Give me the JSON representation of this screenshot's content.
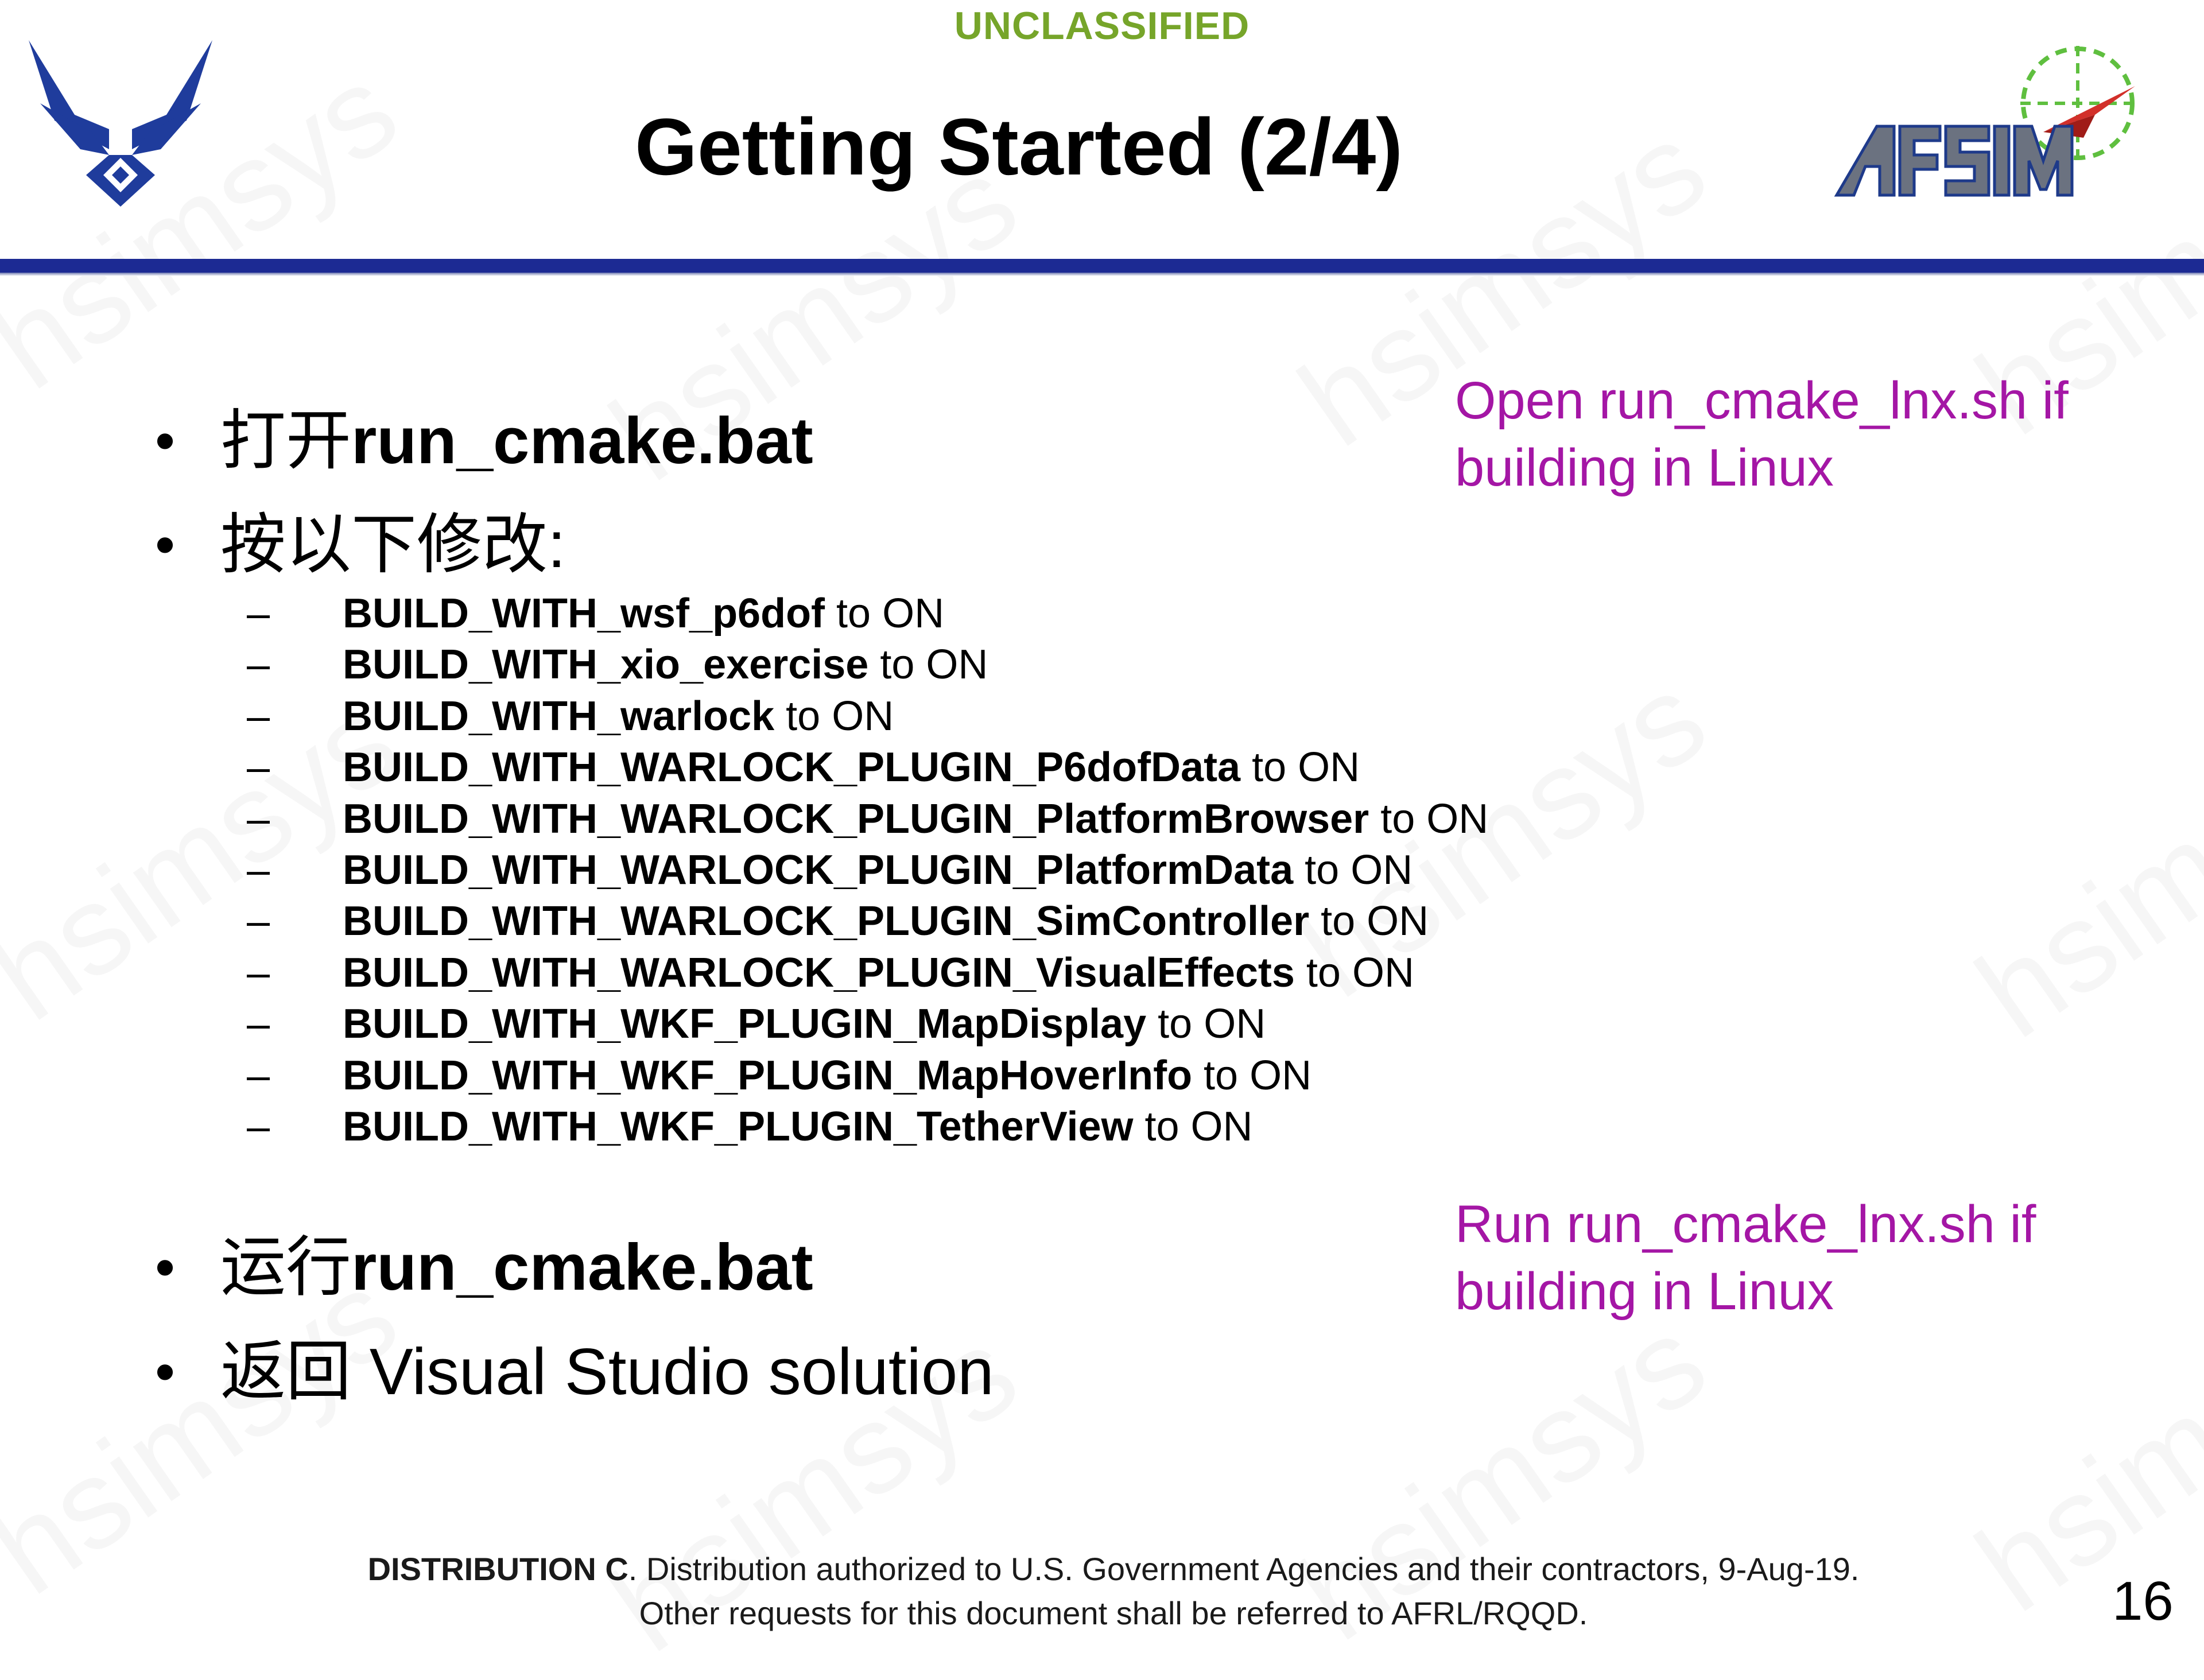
{
  "header": {
    "classification": "UNCLASSIFIED",
    "title": "Getting Started (2/4)"
  },
  "bullets": [
    {
      "prefix": "打开",
      "text": "run_cmake.bat"
    },
    {
      "prefix": "按以下修改",
      "text": ":"
    },
    {
      "prefix": "运行",
      "text": "run_cmake.bat"
    },
    {
      "prefix": "返回",
      "text": " Visual Studio solution"
    }
  ],
  "settings": [
    {
      "name": "BUILD_WITH_wsf_p6dof",
      "value": " to ON"
    },
    {
      "name": "BUILD_WITH_xio_exercise",
      "value": " to ON"
    },
    {
      "name": "BUILD_WITH_warlock",
      "value": " to ON"
    },
    {
      "name": "BUILD_WITH_WARLOCK_PLUGIN_P6dofData",
      "value": " to ON"
    },
    {
      "name": "BUILD_WITH_WARLOCK_PLUGIN_PlatformBrowser",
      "value": " to ON"
    },
    {
      "name": "BUILD_WITH_WARLOCK_PLUGIN_PlatformData",
      "value": " to ON"
    },
    {
      "name": "BUILD_WITH_WARLOCK_PLUGIN_SimController",
      "value": " to ON"
    },
    {
      "name": "BUILD_WITH_WARLOCK_PLUGIN_VisualEffects",
      "value": " to ON"
    },
    {
      "name": "BUILD_WITH_WKF_PLUGIN_MapDisplay",
      "value": " to ON"
    },
    {
      "name": "BUILD_WITH_WKF_PLUGIN_MapHoverInfo",
      "value": " to ON"
    },
    {
      "name": "BUILD_WITH_WKF_PLUGIN_TetherView",
      "value": " to ON"
    }
  ],
  "sub_dash": "–",
  "bullet_glyph": "•",
  "notes": {
    "open": {
      "line1": "Open run_cmake_lnx.sh if",
      "line2": "building in Linux"
    },
    "run": {
      "line1": "Run run_cmake_lnx.sh if",
      "line2": "building in Linux"
    }
  },
  "footer": {
    "label": "DISTRIBUTION C",
    "line1_rest": ". Distribution authorized to U.S. Government Agencies and their contractors, 9-Aug-19.",
    "line2": "Other requests for this document shall be referred to AFRL/RQQD."
  },
  "page_number": "16",
  "logos": {
    "left": "air-force-wings-logo",
    "right": "AFSIM",
    "note_color": "#a416a5",
    "bar_color": "#1c2a93",
    "classification_color": "#76a52a"
  },
  "watermark": "hsimsys"
}
